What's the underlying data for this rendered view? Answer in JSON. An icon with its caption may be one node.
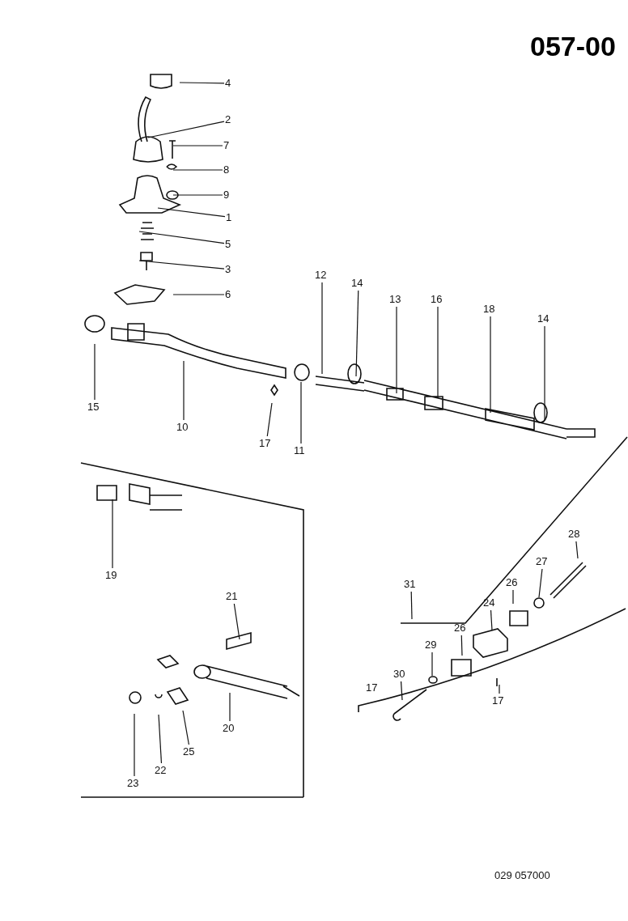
{
  "diagram": {
    "title": "057-00",
    "nodes": [
      {
        "text": [
          "4"
        ]
      },
      {
        "text": [
          "2"
        ]
      },
      {
        "text": [
          "7"
        ]
      },
      {
        "text": [
          "8"
        ]
      },
      {
        "text": [
          "9"
        ]
      },
      {
        "text": [
          "1"
        ]
      },
      {
        "text": [
          "5"
        ]
      },
      {
        "text": [
          "3"
        ]
      },
      {
        "text": [
          "6"
        ]
      },
      {
        "text": [
          "12"
        ]
      },
      {
        "text": [
          "14"
        ]
      },
      {
        "text": [
          "13"
        ]
      },
      {
        "text": [
          "16"
        ]
      },
      {
        "text": [
          "18"
        ]
      },
      {
        "text": [
          "14"
        ]
      },
      {
        "text": [
          "15"
        ]
      },
      {
        "text": [
          "10"
        ]
      },
      {
        "text": [
          "17"
        ]
      },
      {
        "text": [
          "11"
        ]
      },
      {
        "text": [
          "19"
        ]
      },
      {
        "text": [
          "21"
        ]
      },
      {
        "text": [
          "28"
        ]
      },
      {
        "text": [
          "27"
        ]
      },
      {
        "text": [
          "31"
        ]
      },
      {
        "text": [
          "26"
        ]
      },
      {
        "text": [
          "24"
        ]
      },
      {
        "text": [
          "26"
        ]
      },
      {
        "text": [
          "29"
        ]
      },
      {
        "text": [
          "30"
        ]
      },
      {
        "text": [
          "17"
        ]
      },
      {
        "text": [
          "20"
        ]
      },
      {
        "text": [
          "25"
        ]
      },
      {
        "text": [
          "22"
        ]
      },
      {
        "text": [
          "23"
        ]
      }
    ],
    "edges": [
      {
        "from": 0,
        "to": null,
        "arrow": "none"
      },
      {
        "from": 1,
        "to": null,
        "arrow": "none"
      },
      {
        "from": 2,
        "to": null,
        "arrow": "none"
      },
      {
        "from": 3,
        "to": null,
        "arrow": "none"
      },
      {
        "from": 4,
        "to": null,
        "arrow": "none"
      },
      {
        "from": 5,
        "to": null,
        "arrow": "none"
      },
      {
        "from": 6,
        "to": null,
        "arrow": "none"
      },
      {
        "from": 7,
        "to": null,
        "arrow": "none"
      },
      {
        "from": 8,
        "to": null,
        "arrow": "none"
      },
      {
        "from": 9,
        "to": null,
        "arrow": "none"
      },
      {
        "from": 10,
        "to": null,
        "arrow": "none"
      },
      {
        "from": 11,
        "to": null,
        "arrow": "none"
      },
      {
        "from": 12,
        "to": null,
        "arrow": "none"
      },
      {
        "from": 13,
        "to": null,
        "arrow": "none"
      },
      {
        "from": 14,
        "to": null,
        "arrow": "none"
      },
      {
        "from": 15,
        "to": null,
        "arrow": "none"
      },
      {
        "from": 16,
        "to": null,
        "arrow": "none"
      },
      {
        "from": 17,
        "to": null,
        "arrow": "none"
      },
      {
        "from": 18,
        "to": null,
        "arrow": "none"
      },
      {
        "from": 19,
        "to": null,
        "arrow": "none"
      },
      {
        "from": 20,
        "to": null,
        "arrow": "none"
      },
      {
        "from": 21,
        "to": null,
        "arrow": "none"
      },
      {
        "from": 22,
        "to": null,
        "arrow": "none"
      },
      {
        "from": 23,
        "to": null,
        "arrow": "none"
      },
      {
        "from": 24,
        "to": null,
        "arrow": "none"
      },
      {
        "from": 25,
        "to": null,
        "arrow": "none"
      },
      {
        "from": 26,
        "to": null,
        "arrow": "none"
      },
      {
        "from": 27,
        "to": null,
        "arrow": "none"
      },
      {
        "from": 28,
        "to": null,
        "arrow": "none"
      },
      {
        "from": 29,
        "to": null,
        "arrow": "none"
      },
      {
        "from": 30,
        "to": null,
        "arrow": "none"
      },
      {
        "from": 31,
        "to": null,
        "arrow": "none"
      },
      {
        "from": 32,
        "to": null,
        "arrow": "none"
      },
      {
        "from": 33,
        "to": null,
        "arrow": "none"
      }
    ],
    "labels": [
      "17",
      "029  057000"
    ]
  }
}
